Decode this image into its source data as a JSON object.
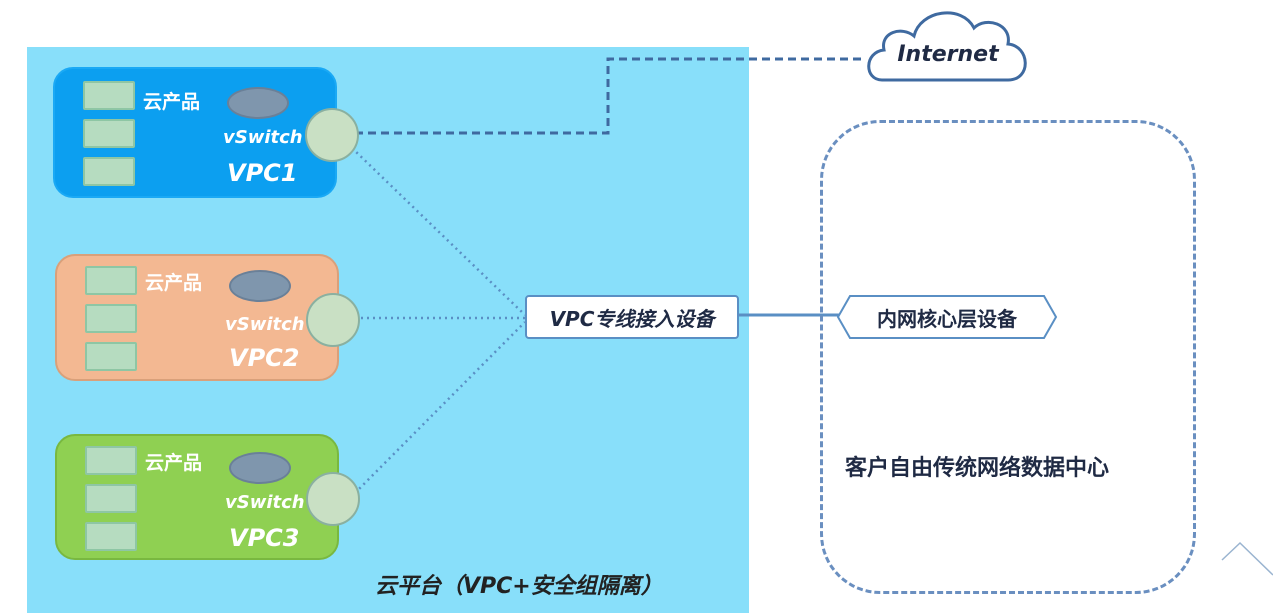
{
  "cloud_platform": {
    "label": "云平台（VPC+安全组隔离）"
  },
  "vpcs": [
    {
      "product_label": "云产品",
      "vswitch_label": "vSwitch",
      "name": "VPC1",
      "color": "#0c9ff0"
    },
    {
      "product_label": "云产品",
      "vswitch_label": "vSwitch",
      "name": "VPC2",
      "color": "#f3b892"
    },
    {
      "product_label": "云产品",
      "vswitch_label": "vSwitch",
      "name": "VPC3",
      "color": "#8fd052"
    }
  ],
  "access_device": {
    "label": "VPC专线接入设备"
  },
  "internet": {
    "label": "Internet"
  },
  "datacenter": {
    "core_device_label": "内网核心层设备",
    "label": "客户自由传统网络数据中心"
  },
  "colors": {
    "platform_bg": "#88dffa",
    "line": "#5a8fc4",
    "dashed_border": "#6a8fc0"
  }
}
